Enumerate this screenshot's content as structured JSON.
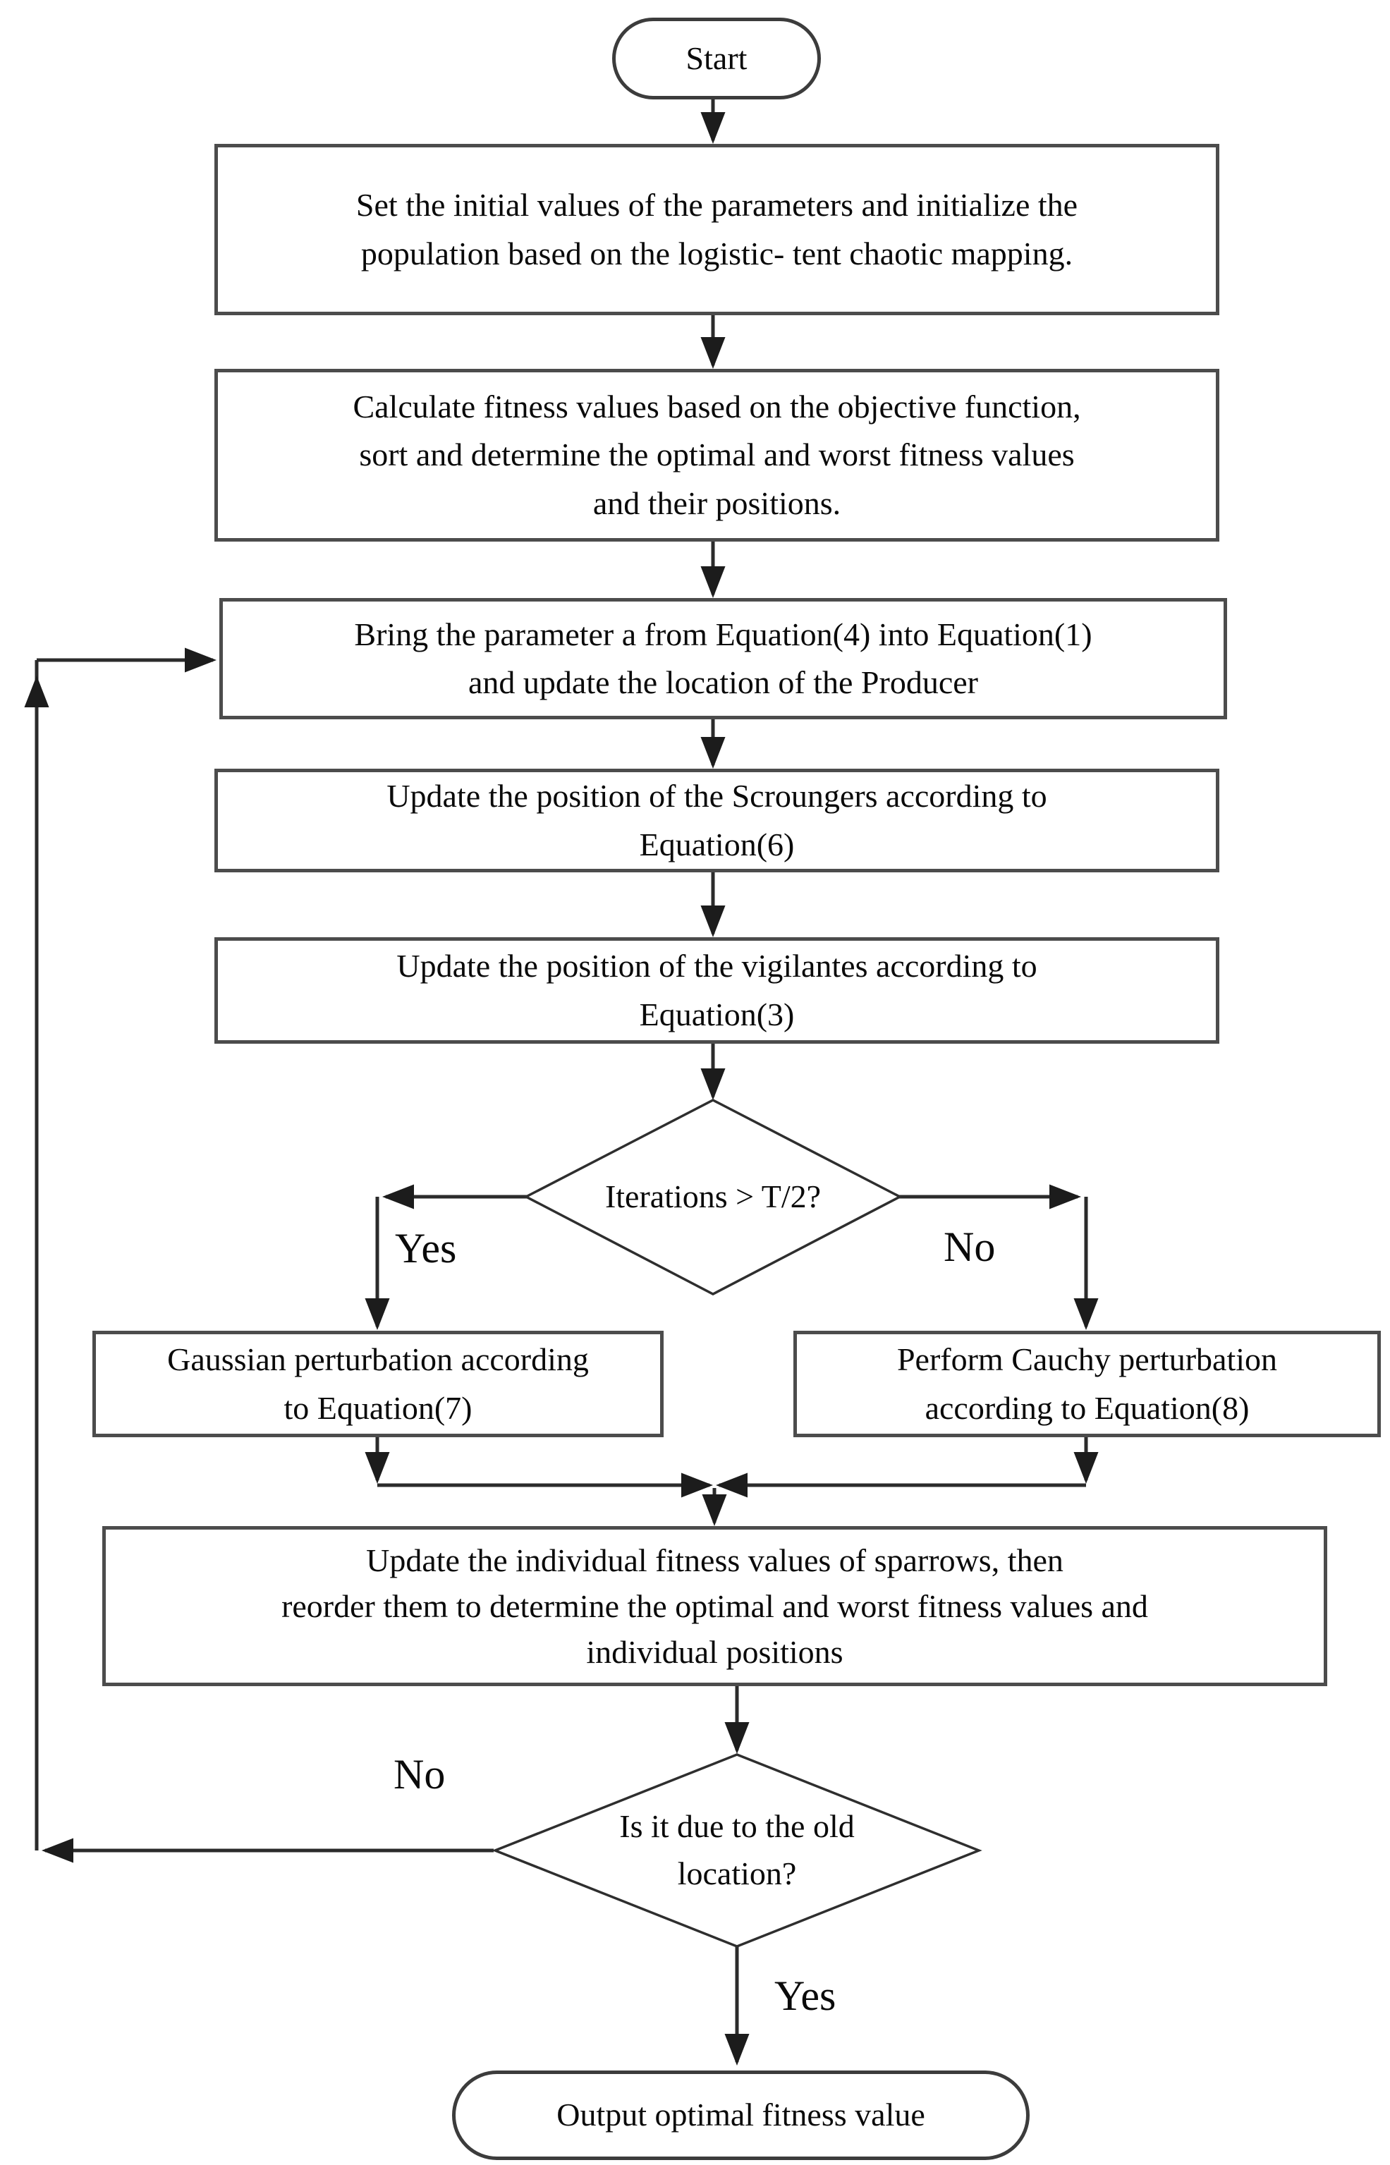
{
  "flowchart": {
    "nodes": {
      "start": {
        "label": "Start"
      },
      "init": {
        "text": "Set the initial values of the parameters and initialize the\npopulation based on the logistic- tent chaotic mapping."
      },
      "fitness": {
        "text": "Calculate fitness values based on the objective function,\nsort and determine the optimal and worst fitness values\nand their positions."
      },
      "producer": {
        "text": "Bring the parameter a from Equation(4) into Equation(1)\nand update the location of the Producer"
      },
      "scroungers": {
        "text": "Update the position of the Scroungers according to\nEquation(6)"
      },
      "vigilantes": {
        "text": "Update the position of the vigilantes according to\nEquation(3)"
      },
      "iteration_decision": {
        "text": "Iterations > T/2?"
      },
      "gaussian": {
        "text": "Gaussian perturbation according\nto Equation(7)"
      },
      "cauchy": {
        "text": "Perform Cauchy perturbation\naccording to Equation(8)"
      },
      "update_fitness": {
        "text": "Update the individual fitness values of sparrows, then\nreorder them to determine the optimal and worst fitness values and\nindividual positions"
      },
      "location_decision": {
        "text": "Is it due to the old\nlocation?"
      },
      "output": {
        "label": "Output optimal fitness value"
      }
    },
    "edge_labels": {
      "iteration_yes": "Yes",
      "iteration_no": "No",
      "location_no": "No",
      "location_yes": "Yes"
    },
    "colors": {
      "background": "#ffffff",
      "line": "#2b2b2b",
      "box_border": "#4c4c4c",
      "text": "#0a0a0a"
    }
  }
}
